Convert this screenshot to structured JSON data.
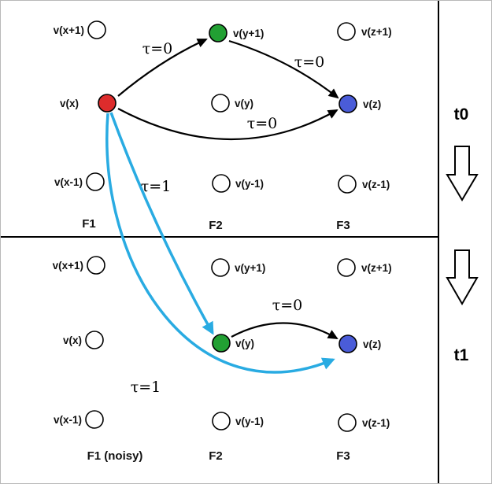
{
  "colors": {
    "node_red": "#dd2c2c",
    "node_green": "#22a033",
    "node_blue": "#4a5cd8",
    "edge_black": "#000000",
    "edge_cyan": "#29abe2",
    "tau1_text": "#3a50c8"
  },
  "t0": {
    "time_label": "t0",
    "f1": {
      "top": "v(x+1)",
      "mid": "v(x)",
      "bottom": "v(x-1)",
      "col": "F1"
    },
    "f2": {
      "top": "v(y+1)",
      "mid": "v(y)",
      "bottom": "v(y-1)",
      "col": "F2"
    },
    "f3": {
      "top": "v(z+1)",
      "mid": "v(z)",
      "bottom": "v(z-1)",
      "col": "F3"
    },
    "edge_x_y1": "τ=0",
    "edge_y1_z": "τ=0",
    "edge_x_z": "τ=0"
  },
  "t1": {
    "time_label": "t1",
    "f1": {
      "top": "v(x+1)",
      "mid": "v(x)",
      "bottom": "v(x-1)",
      "col": "F1 (noisy)"
    },
    "f2": {
      "top": "v(y+1)",
      "mid": "v(y)",
      "bottom": "v(y-1)",
      "col": "F2"
    },
    "f3": {
      "top": "v(z+1)",
      "mid": "v(z)",
      "bottom": "v(z-1)",
      "col": "F3"
    },
    "edge_y_z": "τ=0"
  },
  "temporal": {
    "edge_x_y": "τ=1",
    "edge_x_z": "τ=1"
  }
}
